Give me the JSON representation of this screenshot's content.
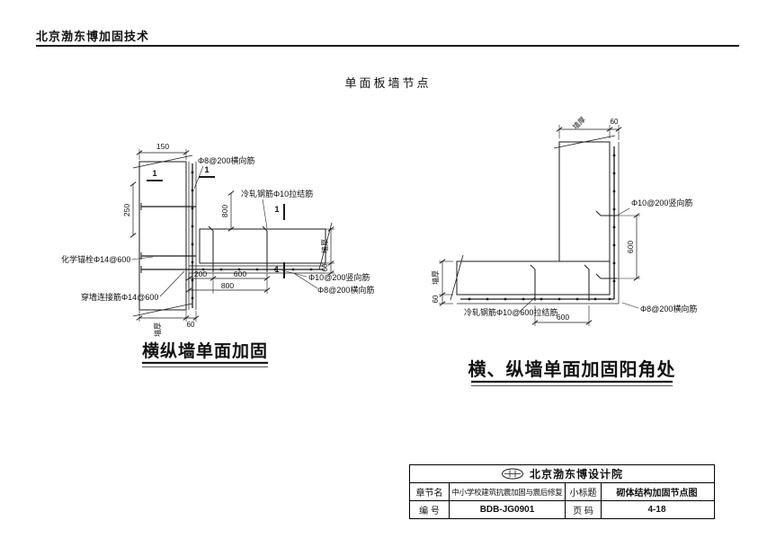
{
  "header": {
    "company_tech": "北京渤东博加固技术"
  },
  "drawing": {
    "title": "单面板墙节点"
  },
  "left": {
    "caption": "横纵墙单面加固",
    "section_mark": "1",
    "dim150": "150",
    "dim250": "250",
    "dim800v": "800",
    "dim200": "200",
    "dim600": "600",
    "dim800": "800",
    "dim60_right": "60",
    "dim60_bottom": "60",
    "wall_thickness_right": "墙厚",
    "wall_thickness_bottom": "墙厚",
    "label_horiz_top": "Φ8@200横向筋",
    "label_tie": "冷轧钢筋Φ10拉结筋",
    "label_anchor": "化学锚栓Φ14@600",
    "label_through": "穿墙连接筋Φ14@600",
    "label_vert": "Φ10@200竖向筋",
    "label_horiz_bottom": "Φ8@200横向筋"
  },
  "right": {
    "caption": "横、纵墙单面加固阳角处",
    "wall_thickness_top": "墙厚",
    "dim60_top": "60",
    "label_vert": "Φ10@200竖向筋",
    "dim600_right": "600",
    "wall_thickness_left": "墙厚",
    "dim60_left": "60",
    "label_tie": "冷轧钢筋Φ10@600拉结筋",
    "dim600_bottom": "600",
    "label_horiz": "Φ8@200横向筋"
  },
  "title_block": {
    "company": "北京渤东博设计院",
    "chapter_label": "章节名",
    "chapter_value": "中小学校建筑抗震加固与震后修复",
    "subtitle_label": "小标题",
    "subtitle_value": "砌体结构加固节点图",
    "number_label": "编 号",
    "number_value": "BDB-JG0901",
    "page_label": "页 码",
    "page_value": "4-18"
  }
}
